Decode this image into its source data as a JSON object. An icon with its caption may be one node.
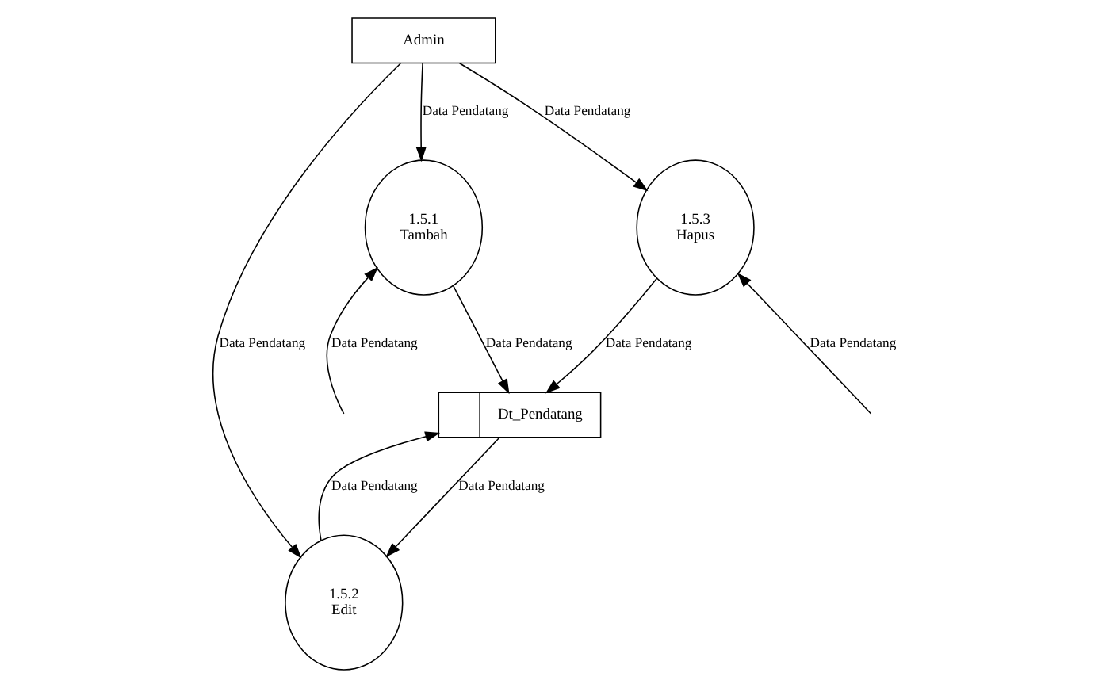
{
  "diagram": {
    "nodes": [
      {
        "text": [
          "Admin"
        ]
      },
      {
        "text": [
          "1.5.1",
          "Tambah"
        ]
      },
      {
        "text": [
          "1.5.2",
          "Edit"
        ]
      },
      {
        "text": [
          "1.5.3",
          "Hapus"
        ]
      },
      {
        "text": [
          "Dt_Pendatang"
        ]
      }
    ],
    "edges": [
      {
        "from": 0,
        "to": 1,
        "arrow": "to",
        "label": "Data Pendatang"
      },
      {
        "from": 0,
        "to": 2,
        "arrow": "to",
        "label": "Data Pendatang"
      },
      {
        "from": 0,
        "to": 3,
        "arrow": "to",
        "label": "Data Pendatang"
      },
      {
        "from": null,
        "to": 1,
        "arrow": "to",
        "label": "Data Pendatang"
      },
      {
        "from": 1,
        "to": 4,
        "arrow": "to",
        "label": "Data Pendatang"
      },
      {
        "from": 2,
        "to": 4,
        "arrow": "to",
        "label": "Data Pendatang"
      },
      {
        "from": 4,
        "to": 2,
        "arrow": "to",
        "label": "Data Pendatang"
      },
      {
        "from": 3,
        "to": 4,
        "arrow": "to",
        "label": "Data Pendatang"
      },
      {
        "from": null,
        "to": 3,
        "arrow": "to",
        "label": "Data Pendatang"
      }
    ]
  }
}
